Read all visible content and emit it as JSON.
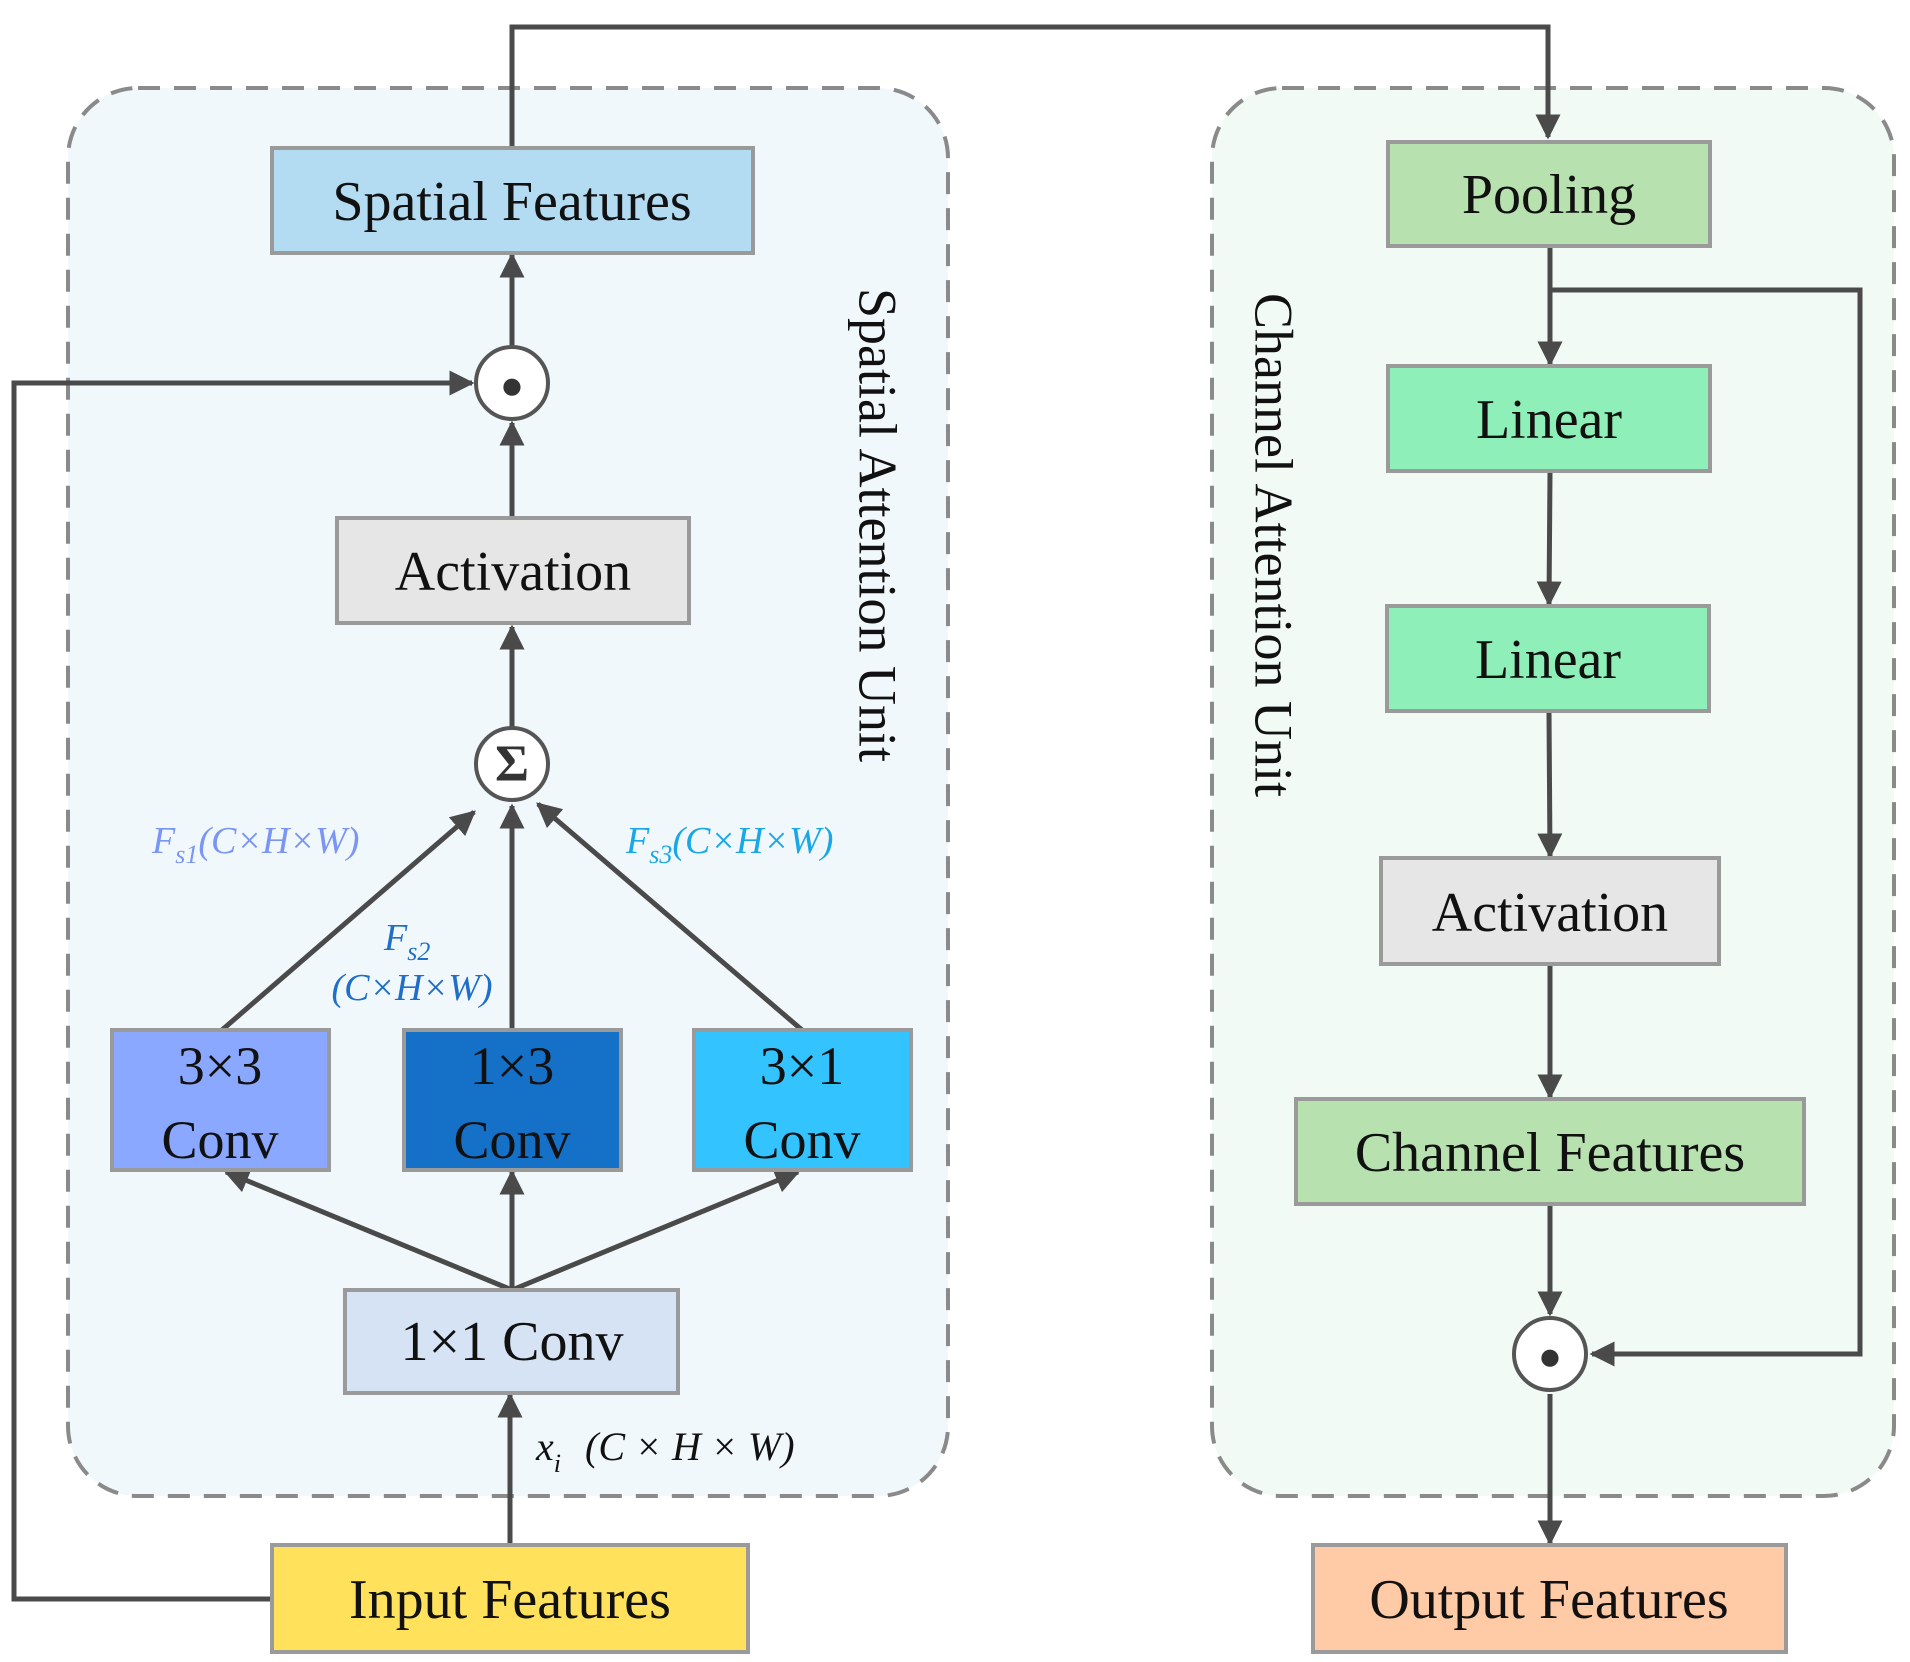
{
  "colors": {
    "spatial_panel_bg": "#f1f8fc",
    "channel_panel_bg": "#f1faf5",
    "panel_border": "#8a8a8a",
    "box_border": "#9a9a9a",
    "arrow": "#4a4a4a",
    "spatial_features": "#b3dbf2",
    "activation": "#e6e6e6",
    "conv3x3": "#8aa8ff",
    "conv1x3": "#1570c8",
    "conv3x1": "#33c3ff",
    "conv1x1": "#d6e3f4",
    "input_features": "#ffe15c",
    "pooling": "#b8e1b0",
    "linear": "#8ef0b8",
    "channel_features": "#b8e1b0",
    "output_features": "#ffcaa6",
    "fs1_text": "#7b95f5",
    "fs2_text": "#1f6fc9",
    "fs3_text": "#1aa7e6"
  },
  "spatial_unit": {
    "title": "Spatial Attention Unit",
    "spatial_features": "Spatial Features",
    "multiply_symbol": "●",
    "activation": "Activation",
    "sum_symbol": "Σ",
    "conv3x3": {
      "line1": "3×3",
      "line2": "Conv"
    },
    "conv1x3": {
      "line1": "1×3",
      "line2": "Conv"
    },
    "conv3x1": {
      "line1": "3×1",
      "line2": "Conv"
    },
    "conv1x1": "1×1 Conv",
    "fs1": {
      "base": "F",
      "sub": "s1",
      "dims": "(C×H×W)"
    },
    "fs2": {
      "base": "F",
      "sub": "s2",
      "dims": "(C×H×W)"
    },
    "fs3": {
      "base": "F",
      "sub": "s3",
      "dims": "(C×H×W)"
    },
    "xi": {
      "base": "x",
      "sub": "i",
      "dims": "(C × H × W)"
    }
  },
  "channel_unit": {
    "title": "Channel Attention Unit",
    "pooling": "Pooling",
    "linear1": "Linear",
    "linear2": "Linear",
    "activation": "Activation",
    "channel_features": "Channel Features",
    "multiply_symbol": "●"
  },
  "input_features": "Input Features",
  "output_features": "Output Features"
}
